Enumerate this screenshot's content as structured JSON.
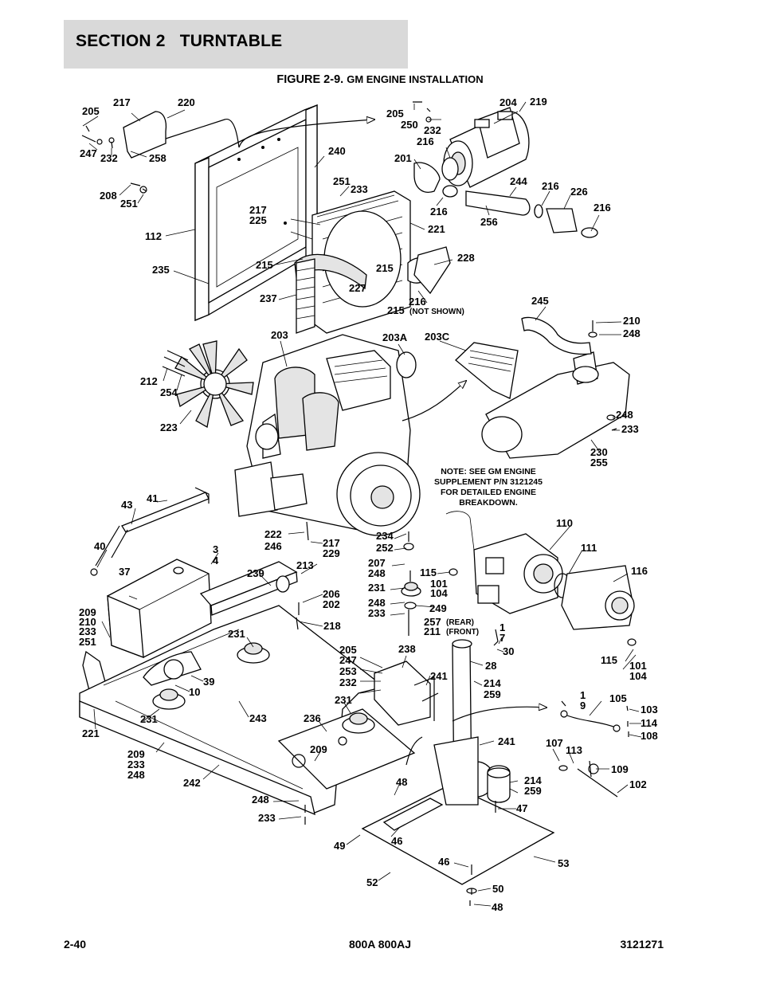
{
  "header": {
    "section": "SECTION 2",
    "section_title": "TURNTABLE",
    "figure_label": "FIGURE 2-9.",
    "figure_caption": "GM ENGINE INSTALLATION"
  },
  "diagram": {
    "note_lines": [
      "NOTE:  SEE GM ENGINE",
      "SUPPLEMENT P/N 3121245",
      "FOR DETAILED ENGINE",
      "BREAKDOWN."
    ],
    "callouts": {
      "c205a": "205",
      "c217a": "217",
      "c220": "220",
      "c247a": "247",
      "c232a": "232",
      "c258": "258",
      "c208": "208",
      "c251a": "251",
      "c112": "112",
      "c235": "235",
      "c240": "240",
      "c251b": "251",
      "c233a": "233",
      "c217b": "217",
      "c225": "225",
      "c215a": "215",
      "c237": "237",
      "c227": "227",
      "c215b": "215",
      "c221a": "221",
      "c228": "228",
      "c216a": "216",
      "c215c": "215",
      "not_shown": "(NOT SHOWN)",
      "c205b": "205",
      "c250": "250",
      "c232b": "232",
      "c204": "204",
      "c219": "219",
      "c216b": "216",
      "c201": "201",
      "c244": "244",
      "c216c": "216",
      "c226": "226",
      "c216d": "216",
      "c256": "256",
      "c216e": "216",
      "c203": "203",
      "c203A": "203A",
      "c203C": "203C",
      "c212": "212",
      "c254": "254",
      "c223": "223",
      "c245": "245",
      "c210": "210",
      "c248a": "248",
      "c248b": "248",
      "c233b": "233",
      "c230": "230",
      "c255": "255",
      "c43": "43",
      "c41": "41",
      "c40": "40",
      "c37": "37",
      "c3": "3",
      "c4": "4",
      "c222": "222",
      "c246": "246",
      "c217c": "217",
      "c229": "229",
      "c234": "234",
      "c252": "252",
      "c207": "207",
      "c248c": "248",
      "c231a": "231",
      "c248d": "248",
      "c233c": "233",
      "c115a": "115",
      "c101a": "101",
      "c104a": "104",
      "c249": "249",
      "c257": "257",
      "c257s": "(REAR)",
      "c211": "211",
      "c211s": "(FRONT)",
      "c110": "110",
      "c111": "111",
      "c116": "116",
      "c239": "239",
      "c213": "213",
      "c206": "206",
      "c202": "202",
      "c218": "218",
      "c209a": "209",
      "c210b": "210",
      "c233d": "233",
      "c251c": "251",
      "c231b": "231",
      "c39": "39",
      "c10": "10",
      "c221b": "221",
      "c231c": "231",
      "c209b": "209",
      "c233e": "233",
      "c248e": "248",
      "c242": "242",
      "c243": "243",
      "c205c": "205",
      "c247b": "247",
      "c253": "253",
      "c232c": "232",
      "c238": "238",
      "c231d": "231",
      "c236": "236",
      "c209c": "209",
      "c241a": "241",
      "c241b": "241",
      "c1a": "1",
      "c7": "7",
      "c30": "30",
      "c28": "28",
      "c214a": "214",
      "c259a": "259",
      "c115b": "115",
      "c101b": "101",
      "c104b": "104",
      "c1b": "1",
      "c9": "9",
      "c105": "105",
      "c103": "103",
      "c114": "114",
      "c108": "108",
      "c107": "107",
      "c113": "113",
      "c109": "109",
      "c102": "102",
      "c214b": "214",
      "c259b": "259",
      "c48a": "48",
      "c47": "47",
      "c248f": "248",
      "c233f": "233",
      "c46a": "46",
      "c49": "49",
      "c53": "53",
      "c46b": "46",
      "c50": "50",
      "c52": "52",
      "c48b": "48"
    }
  },
  "footer": {
    "page_number": "2-40",
    "models": "800A 800AJ",
    "doc_number": "3121271"
  }
}
